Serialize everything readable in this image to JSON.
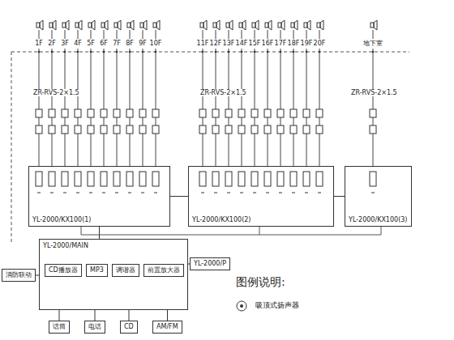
{
  "diagram": {
    "nodes": [
      {
        "text": [
          "YL-2000/KX100(1)"
        ]
      },
      {
        "text": [
          "YL-2000/KX100(2)"
        ]
      },
      {
        "text": [
          "YL-2000/KX100(3)"
        ]
      },
      {
        "text": [
          "YL-2000/MAIN"
        ]
      },
      {
        "text": [
          "CD播放器"
        ],
        "in": 3
      },
      {
        "text": [
          "MP3"
        ],
        "in": 3
      },
      {
        "text": [
          "调谐器"
        ],
        "in": 3
      },
      {
        "text": [
          "前置放大器"
        ],
        "in": 3
      },
      {
        "text": [
          "消防联动"
        ]
      },
      {
        "text": [
          "YL-2000/P"
        ]
      },
      {
        "text": [
          "话筒"
        ]
      },
      {
        "text": [
          "电话"
        ]
      },
      {
        "text": [
          "CD"
        ]
      },
      {
        "text": [
          "AM/FM"
        ]
      }
    ],
    "edges": [
      {
        "from": 3,
        "to": 0,
        "arrow": "none"
      },
      {
        "from": 0,
        "to": 1,
        "arrow": "none"
      },
      {
        "from": 1,
        "to": 2,
        "arrow": "none"
      },
      {
        "from": 8,
        "to": 3,
        "arrow": "none"
      },
      {
        "from": 3,
        "to": 9,
        "arrow": "none"
      },
      {
        "from": 10,
        "to": 3,
        "arrow": "none"
      },
      {
        "from": 11,
        "to": 3,
        "arrow": "none"
      },
      {
        "from": 12,
        "to": 3,
        "arrow": "none"
      },
      {
        "from": 13,
        "to": 3,
        "arrow": "none"
      }
    ],
    "labels": [
      "图例说明:",
      "ZR-RVS-2×1.5",
      "ZR-RVS-2×1.5",
      "ZR-RVS-2×1.5",
      "1F",
      "2F",
      "3F",
      "4F",
      "5F",
      "6F",
      "7F",
      "8F",
      "9F",
      "10F",
      "11F",
      "12F",
      "13F",
      "14F",
      "15F",
      "16F",
      "17F",
      "18F",
      "19F",
      "20F",
      "地下室"
    ],
    "legend": [
      {
        "text": "吸顶式扬声器"
      }
    ]
  }
}
